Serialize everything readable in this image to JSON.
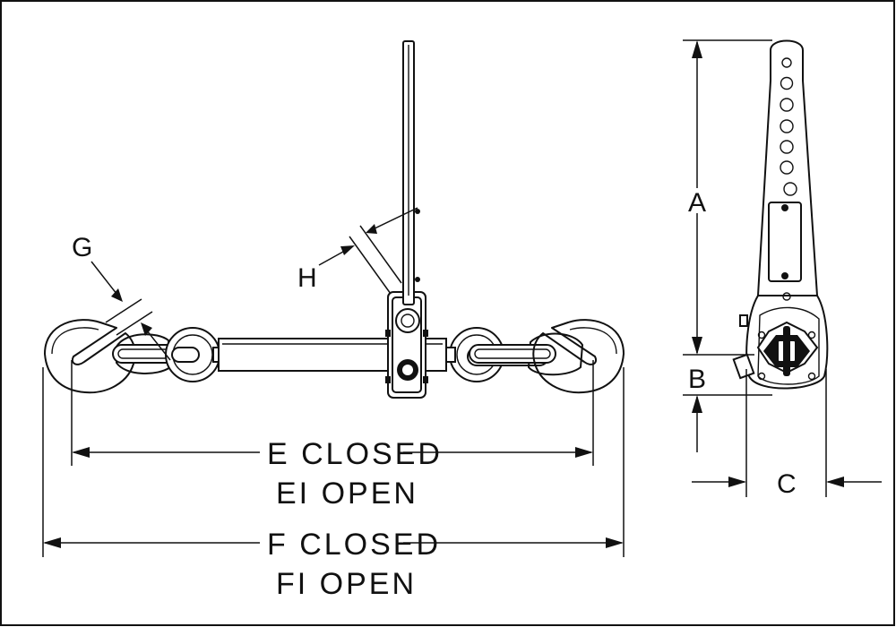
{
  "labels": {
    "g": "G",
    "h": "H",
    "a": "A",
    "b": "B",
    "c": "C",
    "e_closed": "E CLOSED",
    "e_open": "EI OPEN",
    "f_closed": "F CLOSED",
    "f_open": "FI OPEN"
  },
  "colors": {
    "line": "#111111",
    "background": "#ffffff"
  }
}
